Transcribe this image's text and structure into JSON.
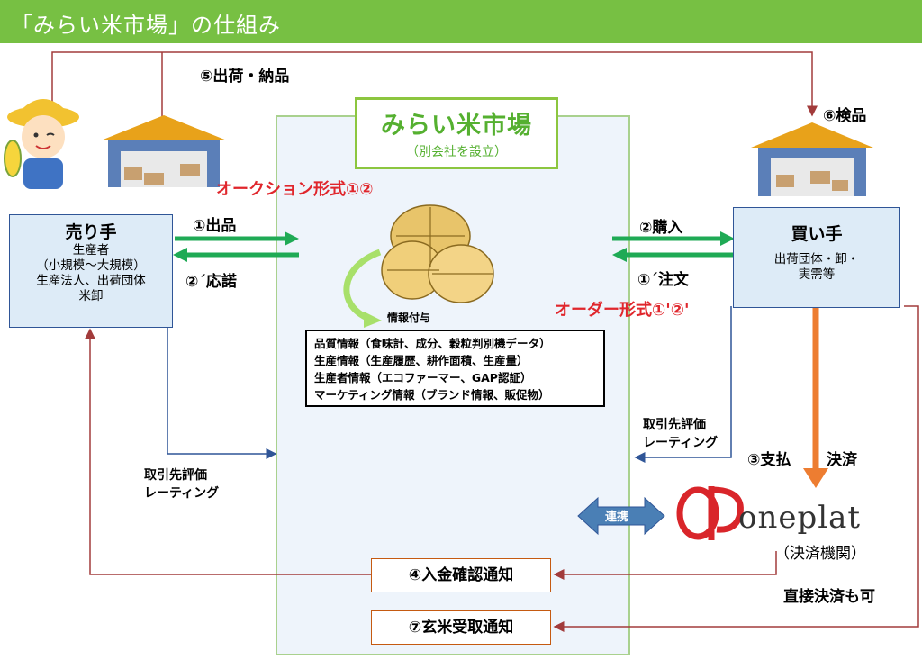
{
  "title": "「みらい米市場」の仕組み",
  "market": {
    "name": "みらい米市場",
    "sub": "（別会社を設立）"
  },
  "steps": {
    "ship": "⑤出荷・納品",
    "inspect": "⑥検品",
    "list": "①出品",
    "accept": "②´応諾",
    "buy": "②購入",
    "order": "①´注文",
    "pay": "③支払",
    "settle": "決済",
    "deposit": "④入金確認通知",
    "receipt": "⑦玄米受取通知"
  },
  "auction": "オークション形式①②",
  "order_form": "オーダー形式①'②'",
  "seller": {
    "title": "売り手",
    "lines": [
      "生産者",
      "（小規模～大規模）",
      "生産法人、出荷団体",
      "米卸"
    ]
  },
  "buyer": {
    "title": "買い手",
    "lines": [
      "出荷団体・卸・",
      "実需等"
    ]
  },
  "info_label": "情報付与",
  "info_items": [
    "品質情報（食味計、成分、穀粒判別機データ）",
    "生産情報（生産履歴、耕作面積、生産量）",
    "生産者情報（エコファーマー、GAP認証）",
    "マーケティング情報（ブランド情報、販促物）"
  ],
  "rating_left": [
    "取引先評価",
    "レーティング"
  ],
  "rating_right": [
    "取引先評価",
    "レーティング"
  ],
  "link_label": "連携",
  "oneplat": {
    "logo": "OP",
    "name": "oneplat",
    "sub": "（決済機関）"
  },
  "direct": "直接決済も可",
  "colors": {
    "title_bar": "#77c043",
    "market_green": "#55b030",
    "arrow_green": "#1faa55",
    "red_text": "#e0262c",
    "party_fill": "#ddebf7",
    "orange_arrow": "#ed7d31",
    "logo_red": "#d9252a"
  }
}
